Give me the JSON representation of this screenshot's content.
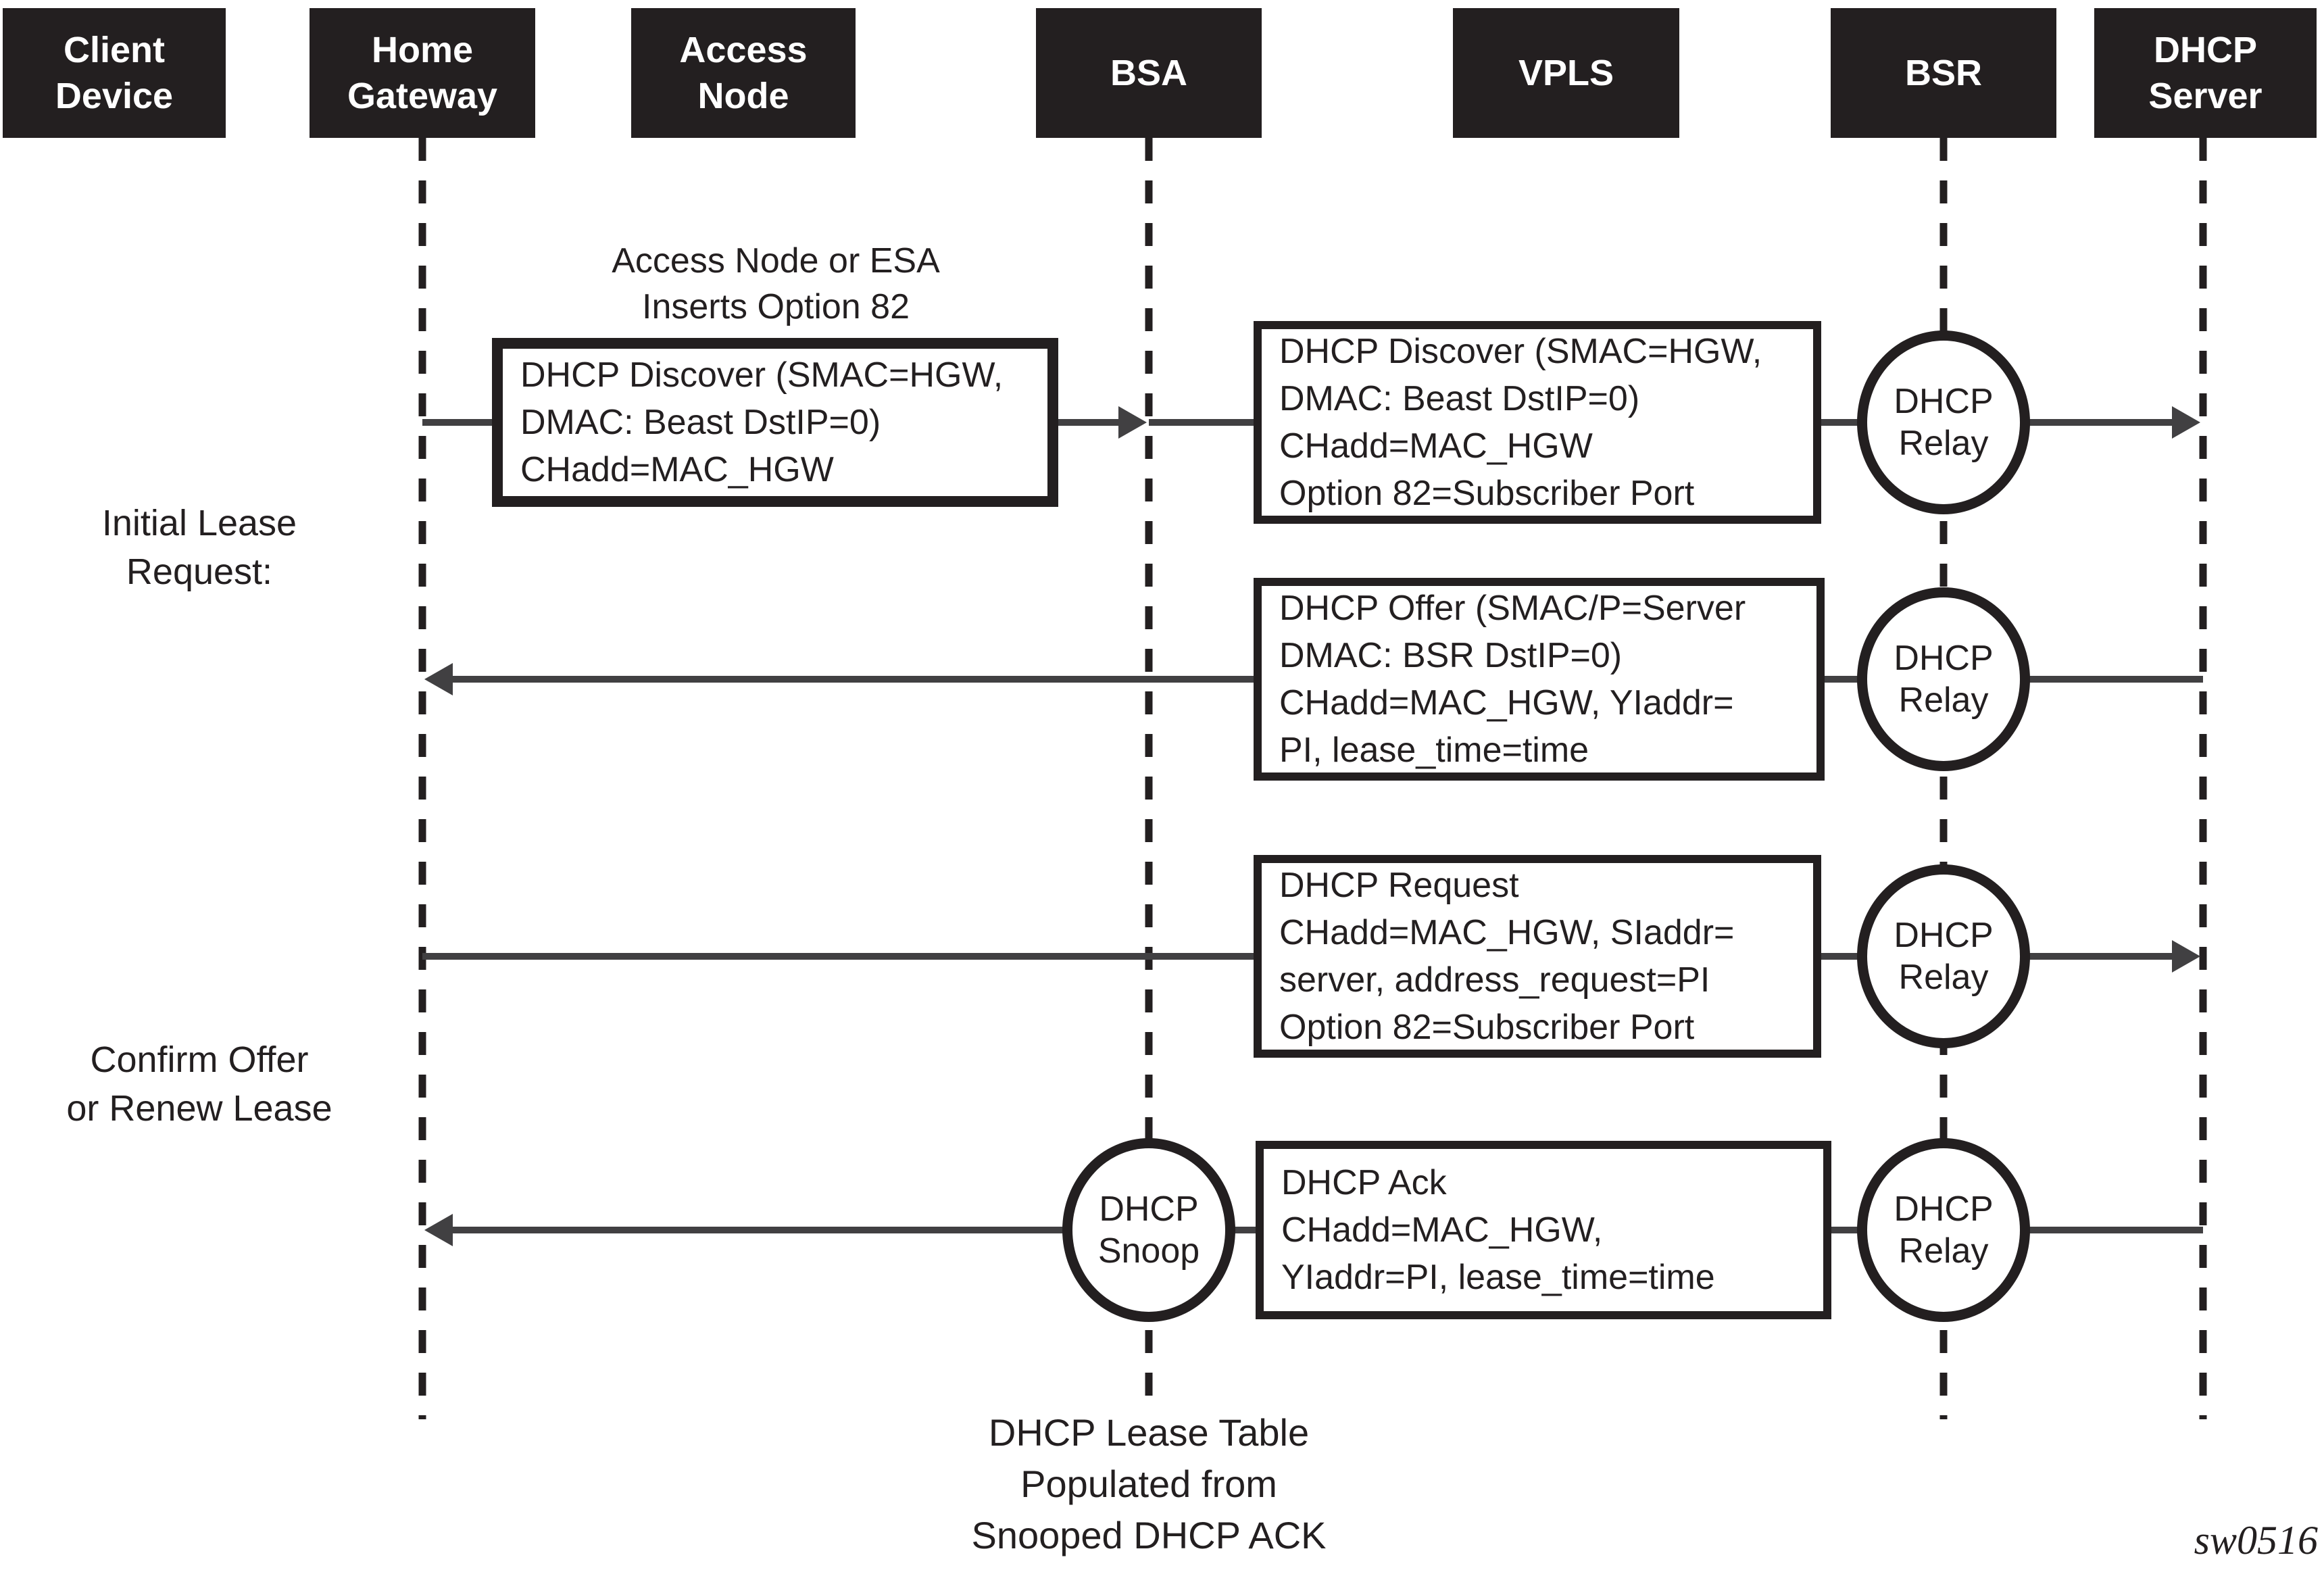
{
  "colors": {
    "ink": "#231f20",
    "wire": "#414042",
    "background": "#ffffff"
  },
  "actors": [
    {
      "id": "client-device",
      "lines": [
        "Client",
        "Device"
      ]
    },
    {
      "id": "home-gateway",
      "lines": [
        "Home",
        "Gateway"
      ]
    },
    {
      "id": "access-node",
      "lines": [
        "Access",
        "Node"
      ]
    },
    {
      "id": "bsa",
      "lines": [
        "BSA"
      ]
    },
    {
      "id": "vpls",
      "lines": [
        "VPLS"
      ]
    },
    {
      "id": "bsr",
      "lines": [
        "BSR"
      ]
    },
    {
      "id": "dhcp-server",
      "lines": [
        "DHCP",
        "Server"
      ]
    }
  ],
  "annotations": {
    "access_note": {
      "lines": [
        "Access Node or ESA",
        "Inserts Option 82"
      ]
    },
    "phase_initial": {
      "lines": [
        "Initial Lease",
        "Request:"
      ]
    },
    "phase_confirm": {
      "lines": [
        "Confirm Offer",
        "or Renew Lease"
      ]
    },
    "caption": {
      "lines": [
        "DHCP Lease Table",
        "Populated from",
        "Snooped DHCP ACK"
      ]
    },
    "watermark": "sw0516"
  },
  "messages": {
    "discover_access": {
      "lines": [
        "DHCP Discover (SMAC=HGW,",
        "DMAC: Beast DstIP=0)",
        "CHadd=MAC_HGW"
      ]
    },
    "discover_vpls": {
      "lines": [
        "DHCP Discover (SMAC=HGW,",
        "DMAC: Beast DstIP=0)",
        "CHadd=MAC_HGW",
        "Option 82=Subscriber Port"
      ]
    },
    "offer": {
      "lines": [
        "DHCP Offer (SMAC/P=Server",
        "DMAC: BSR DstIP=0)",
        "CHadd=MAC_HGW, YIaddr=",
        "PI, lease_time=time"
      ]
    },
    "request": {
      "lines": [
        "DHCP Request",
        "CHadd=MAC_HGW, SIaddr=",
        "server, address_request=PI",
        "Option 82=Subscriber Port"
      ]
    },
    "ack": {
      "lines": [
        "DHCP Ack",
        "CHadd=MAC_HGW,",
        "YIaddr=PI, lease_time=time"
      ]
    }
  },
  "nodes": {
    "relay": {
      "lines": [
        "DHCP",
        "Relay"
      ]
    },
    "snoop": {
      "lines": [
        "DHCP",
        "Snoop"
      ]
    }
  }
}
